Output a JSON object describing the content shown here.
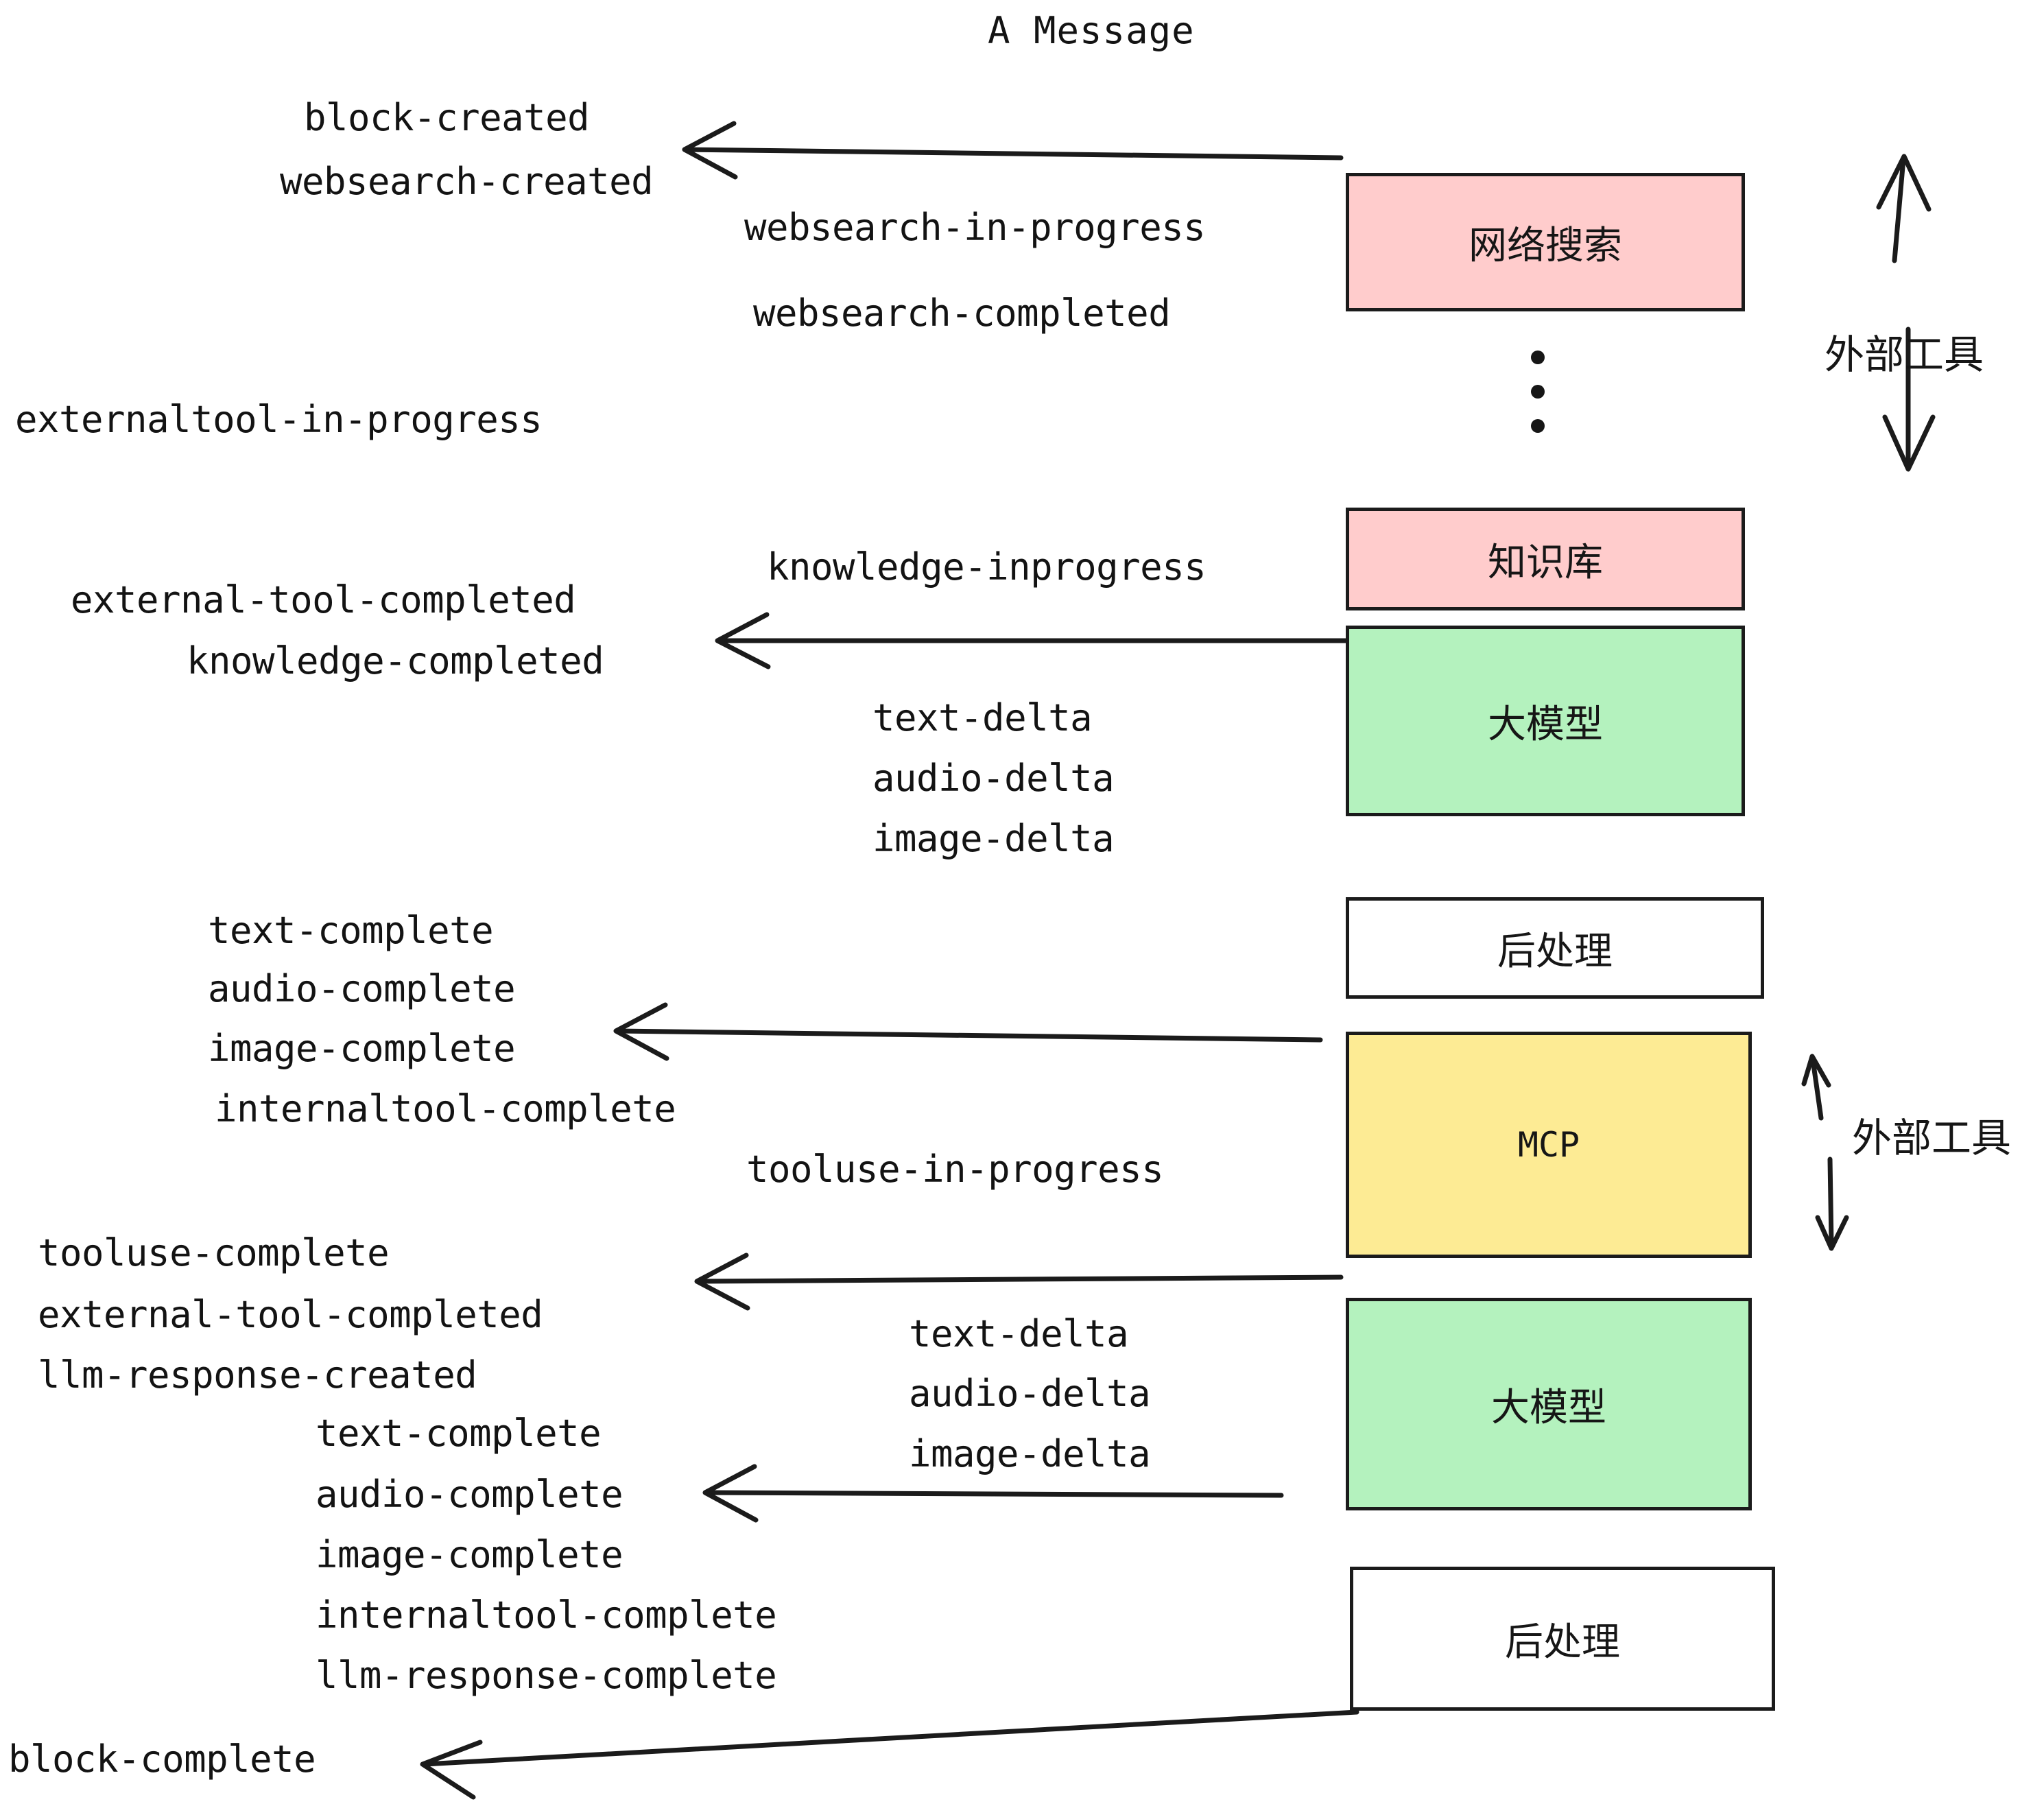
{
  "title": "A Message",
  "colors": {
    "pink": "#ffcccc",
    "green": "#b4f2be",
    "yellow": "#fdeb94",
    "white": "#ffffff",
    "stroke": "#1b1b1b",
    "text": "#131313"
  },
  "nodes": [
    {
      "id": "websearch",
      "label": "网络搜索",
      "fill": "pink"
    },
    {
      "id": "knowledge",
      "label": "知识库",
      "fill": "pink"
    },
    {
      "id": "llm-upper",
      "label": "大模型",
      "fill": "green"
    },
    {
      "id": "postprocess-upper",
      "label": "后处理",
      "fill": "white"
    },
    {
      "id": "mcp",
      "label": "MCP",
      "fill": "yellow"
    },
    {
      "id": "llm-lower",
      "label": "大模型",
      "fill": "green"
    },
    {
      "id": "postprocess-lower",
      "label": "后处理",
      "fill": "white"
    }
  ],
  "side_annotations": [
    {
      "id": "external-tool-upper",
      "label": "外部工具"
    },
    {
      "id": "external-tool-lower",
      "label": "外部工具"
    }
  ],
  "events": [
    {
      "id": "block-created",
      "text": "block-created"
    },
    {
      "id": "websearch-created",
      "text": "websearch-created"
    },
    {
      "id": "websearch-in-progress",
      "text": "websearch-in-progress"
    },
    {
      "id": "websearch-completed",
      "text": "websearch-completed"
    },
    {
      "id": "externaltool-in-progress",
      "text": "externaltool-in-progress"
    },
    {
      "id": "knowledge-inprogress",
      "text": "knowledge-inprogress"
    },
    {
      "id": "external-tool-completed-1",
      "text": "external-tool-completed"
    },
    {
      "id": "knowledge-completed",
      "text": "knowledge-completed"
    },
    {
      "id": "text-delta-1",
      "text": "text-delta"
    },
    {
      "id": "audio-delta-1",
      "text": "audio-delta"
    },
    {
      "id": "image-delta-1",
      "text": "image-delta"
    },
    {
      "id": "text-complete-1",
      "text": "text-complete"
    },
    {
      "id": "audio-complete-1",
      "text": "audio-complete"
    },
    {
      "id": "image-complete-1",
      "text": "image-complete"
    },
    {
      "id": "internaltool-complete-1",
      "text": "internaltool-complete"
    },
    {
      "id": "tooluse-in-progress",
      "text": "tooluse-in-progress"
    },
    {
      "id": "tooluse-complete",
      "text": "tooluse-complete"
    },
    {
      "id": "external-tool-completed-2",
      "text": "external-tool-completed"
    },
    {
      "id": "llm-response-created",
      "text": "llm-response-created"
    },
    {
      "id": "text-delta-2",
      "text": "text-delta"
    },
    {
      "id": "audio-delta-2",
      "text": "audio-delta"
    },
    {
      "id": "image-delta-2",
      "text": "image-delta"
    },
    {
      "id": "text-complete-2",
      "text": "text-complete"
    },
    {
      "id": "audio-complete-2",
      "text": "audio-complete"
    },
    {
      "id": "image-complete-2",
      "text": "image-complete"
    },
    {
      "id": "internaltool-complete-2",
      "text": "internaltool-complete"
    },
    {
      "id": "llm-response-complete",
      "text": "llm-response-complete"
    },
    {
      "id": "block-complete",
      "text": "block-complete"
    }
  ]
}
